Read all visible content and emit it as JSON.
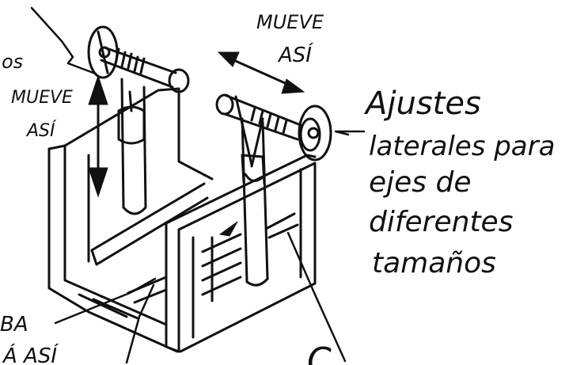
{
  "labels": {
    "top_left_fragment": "os",
    "vertical_move_line1": "MUEVE",
    "vertical_move_line2": "ASÍ",
    "horizontal_move_line1": "MUEVE",
    "horizontal_move_line2": "ASÍ",
    "adjust_line1": "Ajustes",
    "adjust_line2": "laterales para",
    "adjust_line3": "ejes de",
    "adjust_line4": "diferentes",
    "adjust_line5": "tamaños",
    "bottom_left_fragment1": "BA",
    "bottom_left_fragment2": "Á ASÍ",
    "bottom_right_fragment": "C"
  },
  "colors": {
    "ink": "#111111",
    "paper": "#ffffff"
  }
}
